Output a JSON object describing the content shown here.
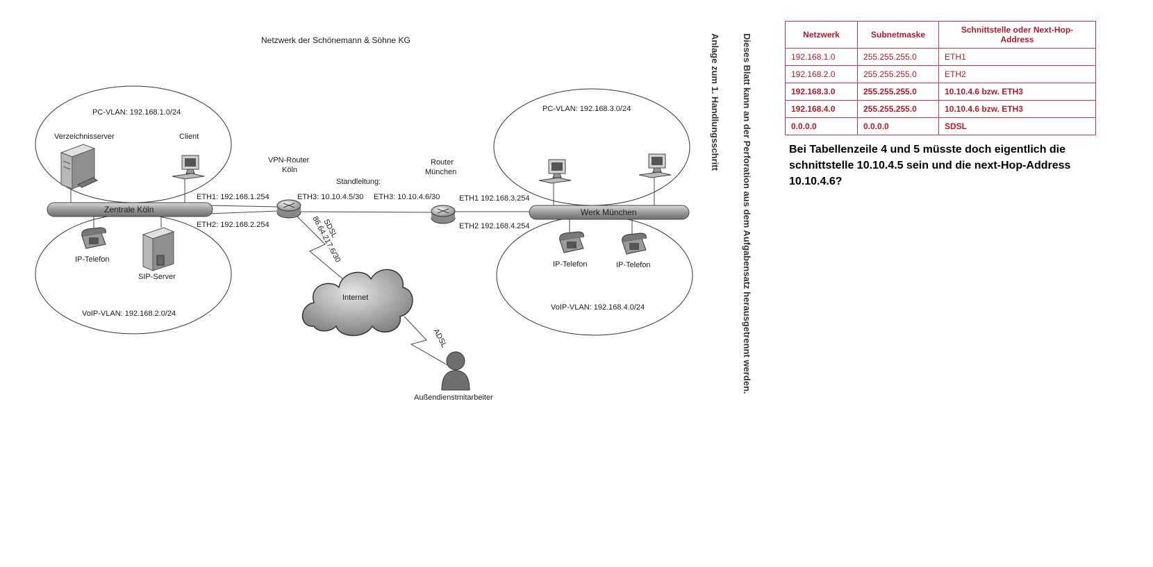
{
  "diagram": {
    "title": "Netzwerk der Schönemann & Söhne KG",
    "koeln": {
      "pc_vlan": "PC-VLAN: 192.168.1.0/24",
      "voip_vlan": "VoIP-VLAN: 192.168.2.0/24",
      "server_label": "Verzeichnisserver",
      "client_label": "Client",
      "bus_label": "Zentrale Köln",
      "phone_label": "IP-Telefon",
      "sip_label": "SIP-Server"
    },
    "vpn_router": {
      "line1": "VPN-Router",
      "line2": "Köln"
    },
    "router_muenchen": {
      "line1": "Router",
      "line2": "München"
    },
    "eth1_koeln": "ETH1: 192.168.1.254",
    "eth2_koeln": "ETH2: 192.168.2.254",
    "eth3_koeln": "ETH3: 10.10.4.5/30",
    "eth3_muenchen": "ETH3: 10.10.4.6/30",
    "standleitung": "Standleitung:",
    "eth1_muenchen": "ETH1 192.168.3.254",
    "eth2_muenchen": "ETH2 192.168.4.254",
    "sdsl_label": "SDSL",
    "sdsl_ip": "86.64.217.6/30",
    "internet": "Internet",
    "adsl_label": "ADSL",
    "field_worker": "Außendienstmitarbeiter",
    "muenchen": {
      "pc_vlan": "PC-VLAN: 192.168.3.0/24",
      "voip_vlan": "VoIP-VLAN: 192.168.4.0/24",
      "bus_label": "Werk München",
      "phone1_label": "IP-Telefon",
      "phone2_label": "IP-Telefon"
    }
  },
  "side_texts": {
    "anlage": "Anlage zum 1. Handlungsschritt",
    "perforation": "Dieses Blatt kann an der Perforation aus dem Aufgabensatz herausgetrennt werden."
  },
  "table": {
    "headers": [
      "Netzwerk",
      "Subnetmaske",
      "Schnittstelle oder Next-Hop-Address"
    ],
    "rows": [
      [
        "192.168.1.0",
        "255.255.255.0",
        "ETH1"
      ],
      [
        "192.168.2.0",
        "255.255.255.0",
        "ETH2"
      ],
      [
        "192.168.3.0",
        "255.255.255.0",
        "10.10.4.6 bzw. ETH3"
      ],
      [
        "192.168.4.0",
        "255.255.255.0",
        "10.10.4.6 bzw. ETH3"
      ],
      [
        "0.0.0.0",
        "0.0.0.0",
        "SDSL"
      ]
    ]
  },
  "note": "Bei Tabellenzeile 4 und 5 müsste doch eigentlich die schnittstelle 10.10.4.5 sein und die next-Hop-Address 10.10.4.6?"
}
